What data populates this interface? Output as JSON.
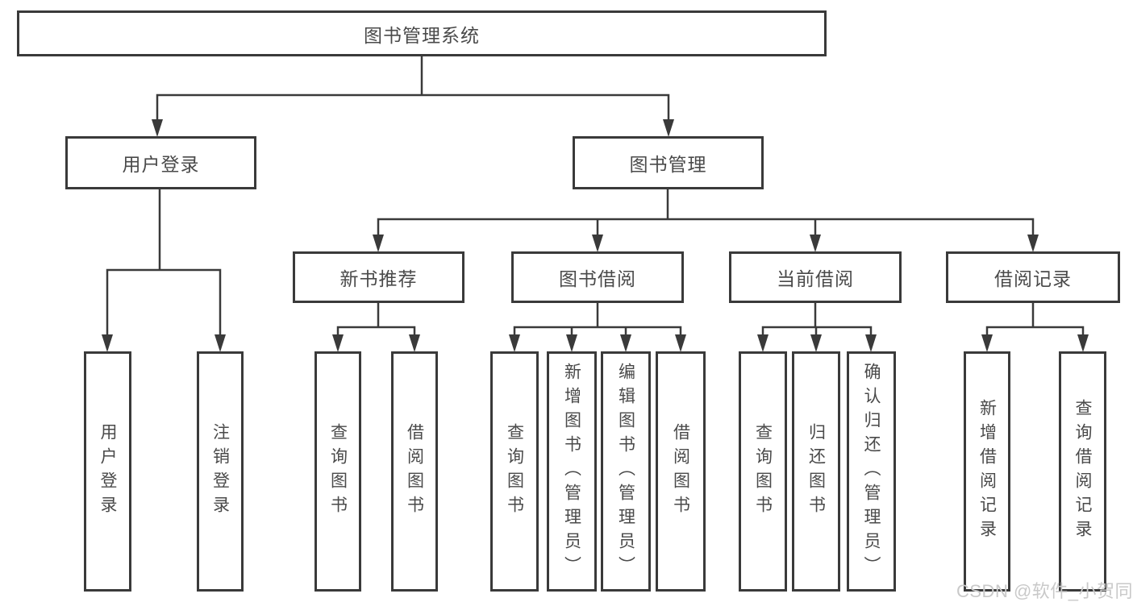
{
  "diagram": {
    "root": {
      "label": "图书管理系统",
      "children": [
        {
          "label": "用户登录",
          "children": [
            {
              "label": "用户登录"
            },
            {
              "label": "注销登录"
            }
          ]
        },
        {
          "label": "图书管理",
          "children": [
            {
              "label": "新书推荐",
              "children": [
                {
                  "label": "查询图书"
                },
                {
                  "label": "借阅图书"
                }
              ]
            },
            {
              "label": "图书借阅",
              "children": [
                {
                  "label": "查询图书"
                },
                {
                  "label": "新增图书（管理员）"
                },
                {
                  "label": "编辑图书（管理员）"
                },
                {
                  "label": "借阅图书"
                }
              ]
            },
            {
              "label": "当前借阅",
              "children": [
                {
                  "label": "查询图书"
                },
                {
                  "label": "归还图书"
                },
                {
                  "label": "确认归还（管理员）"
                }
              ]
            },
            {
              "label": "借阅记录",
              "children": [
                {
                  "label": "新增借阅记录"
                },
                {
                  "label": "查询借阅记录"
                }
              ]
            }
          ]
        }
      ]
    }
  },
  "watermark": {
    "text": "CSDN @软件_小贺同学"
  },
  "colors": {
    "line": "#3a3a3a",
    "text": "#4a4a4a",
    "background": "#ffffff",
    "watermark": "#c9c9c9"
  }
}
